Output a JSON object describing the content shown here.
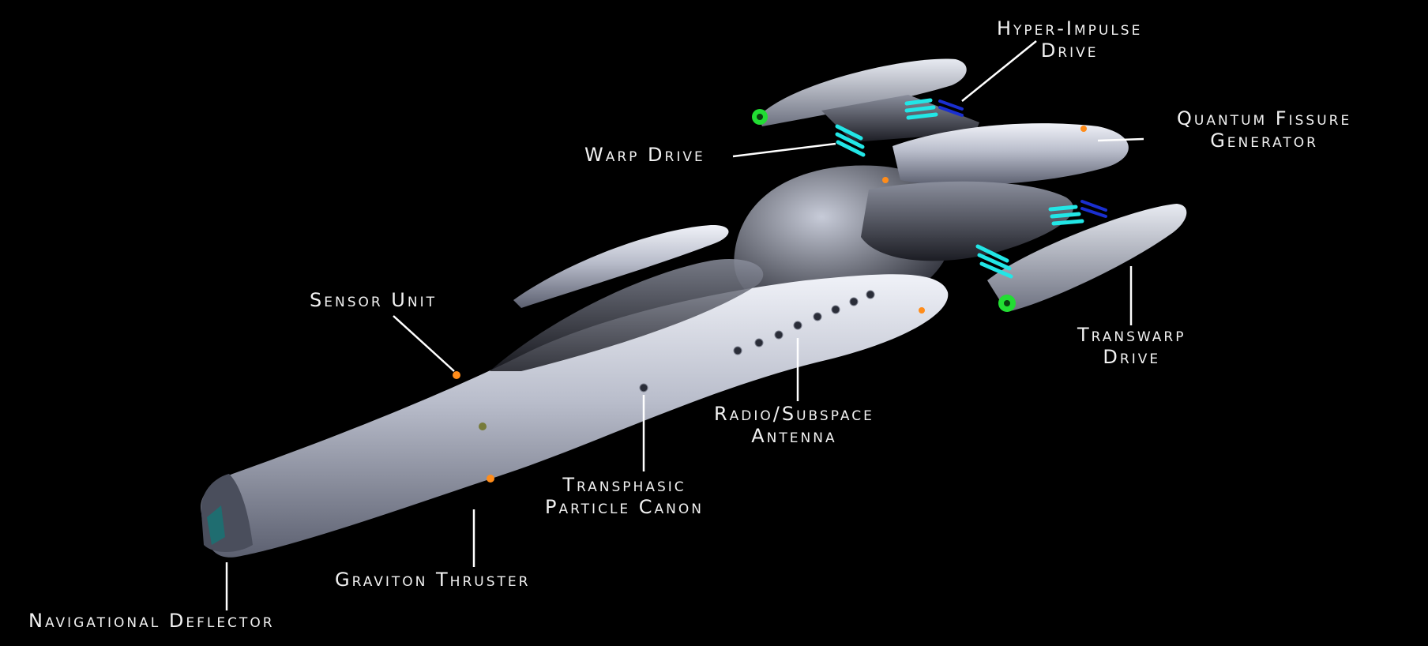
{
  "labels": {
    "hyper_impulse_drive": [
      "Hyper-Impulse",
      "Drive"
    ],
    "warp_drive": [
      "Warp Drive"
    ],
    "quantum_fissure_generator": [
      "Quantum Fissure",
      "Generator"
    ],
    "sensor_unit": [
      "Sensor Unit"
    ],
    "transwarp_drive": [
      "Transwarp",
      "Drive"
    ],
    "radio_subspace_antenna": [
      "Radio/Subspace",
      "Antenna"
    ],
    "transphasic_particle_canon": [
      "Transphasic",
      "Particle Canon"
    ],
    "graviton_thruster": [
      "Graviton Thruster"
    ],
    "navigational_deflector": [
      "Navigational Deflector"
    ]
  },
  "colors": {
    "background": "#000000",
    "hull": "#c8ccd8",
    "warp_stripes": "#22e6e6",
    "impulse_stripes": "#1a2fd0",
    "thruster_glow": "#22dd33",
    "sensor_lights": "#ff8c1a",
    "label_text": "#f2f2f2"
  }
}
